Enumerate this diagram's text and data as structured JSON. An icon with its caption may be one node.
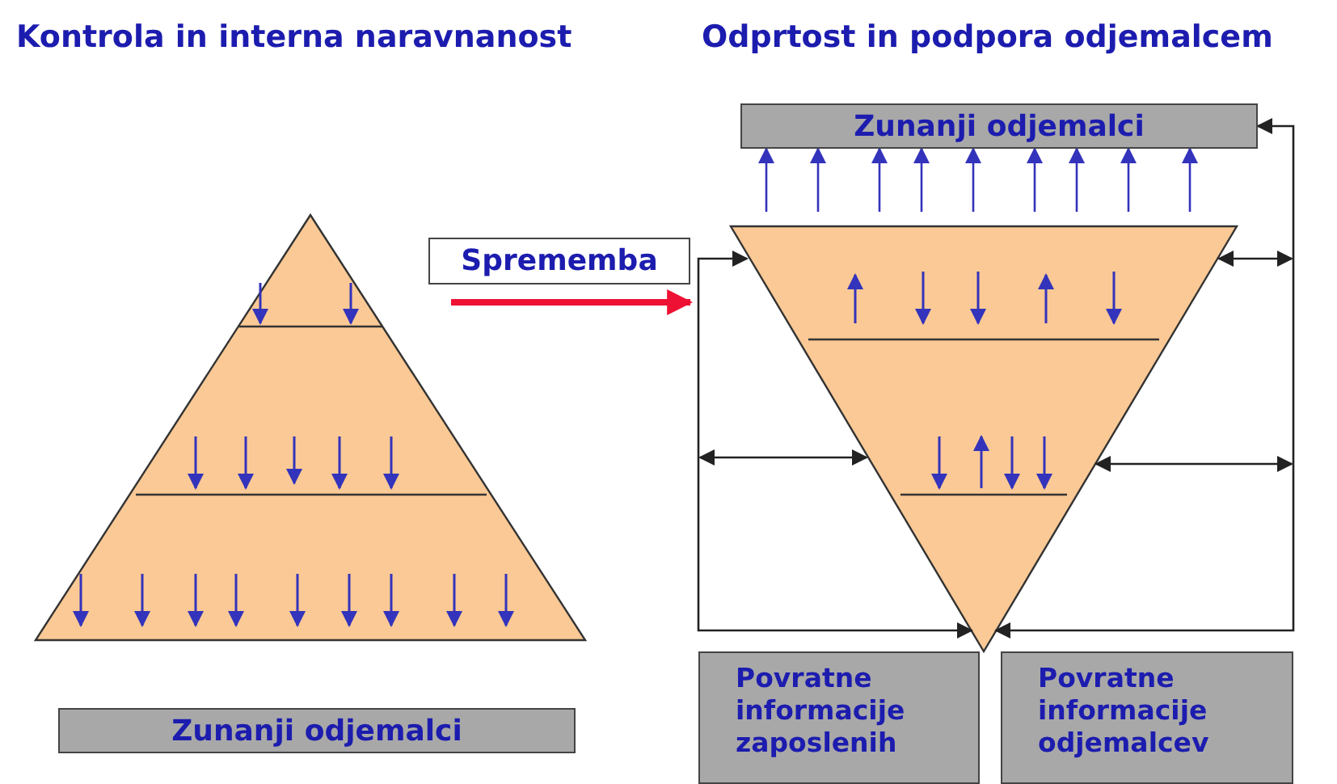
{
  "diagram": {
    "nodes": [
      {
        "text": [
          "Zunanji odjemalci"
        ]
      },
      {
        "text": [
          "Sprememba"
        ]
      },
      {
        "text": [
          "Zunanji odjemalci"
        ]
      },
      {
        "text": [
          "Povratne informacije zaposlenih"
        ]
      },
      {
        "text": [
          "Povratne informacije odjemalcev"
        ]
      },
      {
        "text": [],
        "shape": "triangle"
      },
      {
        "text": [],
        "shape": "triangle"
      }
    ],
    "edges": [
      {
        "from": 6,
        "to": 2,
        "arrow": "to"
      },
      {
        "from": 6,
        "to": 2,
        "arrow": "to"
      },
      {
        "from": 6,
        "to": 2,
        "arrow": "to"
      },
      {
        "from": 6,
        "to": 2,
        "arrow": "to"
      },
      {
        "from": 6,
        "to": 2,
        "arrow": "to"
      },
      {
        "from": 6,
        "to": 2,
        "arrow": "to"
      },
      {
        "from": 6,
        "to": 2,
        "arrow": "to"
      },
      {
        "from": 6,
        "to": 2,
        "arrow": "to"
      },
      {
        "from": 6,
        "to": 2,
        "arrow": "to"
      },
      {
        "from": 6,
        "to": 6,
        "arrow": "both",
        "color": "#222222"
      },
      {
        "from": 6,
        "to": 2,
        "arrow": "both",
        "color": "#222222"
      },
      {
        "from": null,
        "to": 6,
        "arrow": "both",
        "color": "#222222"
      },
      {
        "from": null,
        "to": 6,
        "arrow": "both",
        "color": "#222222"
      },
      {
        "from": null,
        "to": 6,
        "arrow": "both",
        "color": "#222222"
      }
    ],
    "labels": [
      "Kontrola in interna naravnanost",
      "Odprtost in podpora odjemalcem"
    ]
  }
}
